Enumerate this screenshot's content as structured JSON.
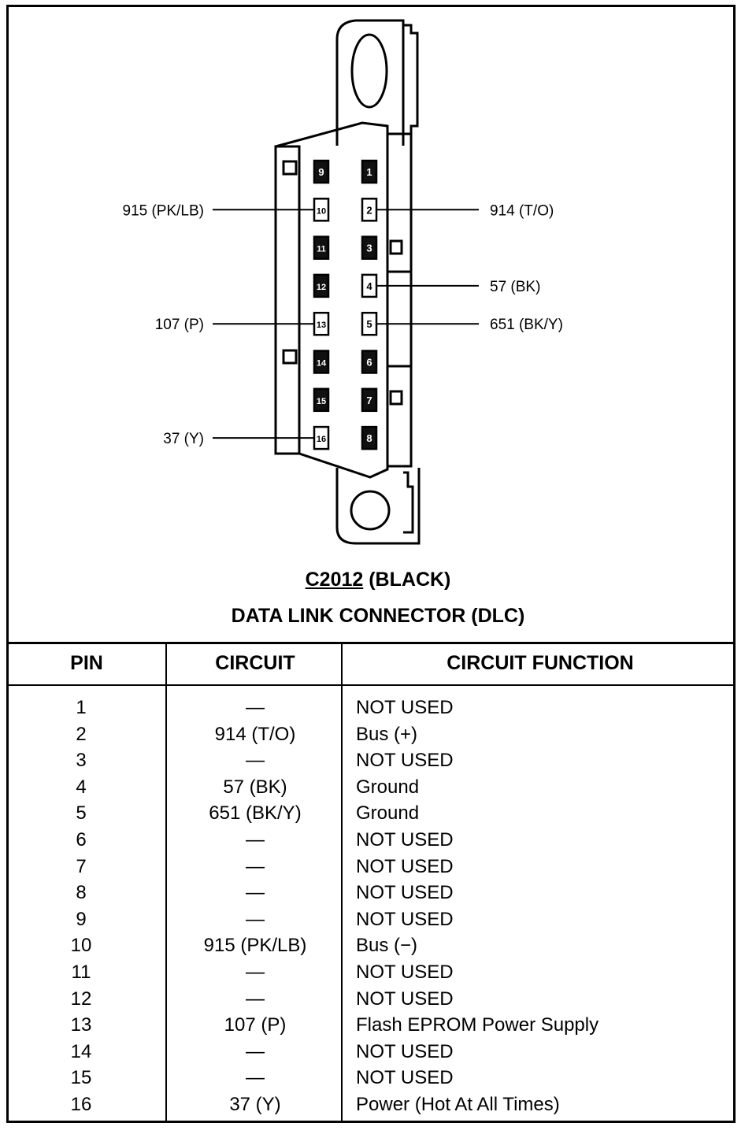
{
  "connector": {
    "code": "C2012",
    "color": "(BLACK)",
    "name": "DATA LINK CONNECTOR (DLC)"
  },
  "callouts": [
    {
      "pin": 10,
      "label": "915 (PK/LB)",
      "side": "left"
    },
    {
      "pin": 13,
      "label": "107 (P)",
      "side": "left"
    },
    {
      "pin": 16,
      "label": "37 (Y)",
      "side": "left"
    },
    {
      "pin": 2,
      "label": "914 (T/O)",
      "side": "right"
    },
    {
      "pin": 4,
      "label": "57 (BK)",
      "side": "right"
    },
    {
      "pin": 5,
      "label": "651 (BK/Y)",
      "side": "right"
    }
  ],
  "pins": [
    {
      "n": "1",
      "filled": true
    },
    {
      "n": "2",
      "filled": false
    },
    {
      "n": "3",
      "filled": true
    },
    {
      "n": "4",
      "filled": false
    },
    {
      "n": "5",
      "filled": false
    },
    {
      "n": "6",
      "filled": true
    },
    {
      "n": "7",
      "filled": true
    },
    {
      "n": "8",
      "filled": true
    },
    {
      "n": "9",
      "filled": true
    },
    {
      "n": "10",
      "filled": false
    },
    {
      "n": "11",
      "filled": true
    },
    {
      "n": "12",
      "filled": true
    },
    {
      "n": "13",
      "filled": false
    },
    {
      "n": "14",
      "filled": true
    },
    {
      "n": "15",
      "filled": true
    },
    {
      "n": "16",
      "filled": false
    }
  ],
  "table": {
    "headers": [
      "PIN",
      "CIRCUIT",
      "CIRCUIT FUNCTION"
    ],
    "rows": [
      [
        "1",
        "—",
        "NOT USED"
      ],
      [
        "2",
        "914 (T/O)",
        "Bus (+)"
      ],
      [
        "3",
        "—",
        "NOT USED"
      ],
      [
        "4",
        "57 (BK)",
        "Ground"
      ],
      [
        "5",
        "651 (BK/Y)",
        "Ground"
      ],
      [
        "6",
        "—",
        "NOT USED"
      ],
      [
        "7",
        "—",
        "NOT USED"
      ],
      [
        "8",
        "—",
        "NOT USED"
      ],
      [
        "9",
        "—",
        "NOT USED"
      ],
      [
        "10",
        "915 (PK/LB)",
        "Bus (−)"
      ],
      [
        "11",
        "—",
        "NOT USED"
      ],
      [
        "12",
        "—",
        "NOT USED"
      ],
      [
        "13",
        "107 (P)",
        "Flash EPROM Power Supply"
      ],
      [
        "14",
        "—",
        "NOT USED"
      ],
      [
        "15",
        "—",
        "NOT USED"
      ],
      [
        "16",
        "37 (Y)",
        "Power (Hot At All Times)"
      ]
    ]
  }
}
